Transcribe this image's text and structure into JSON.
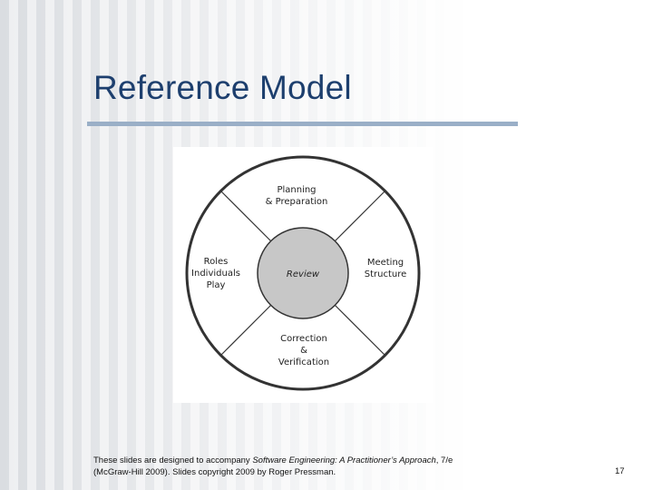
{
  "slide": {
    "title": "Reference Model",
    "number": "17"
  },
  "diagram": {
    "center": "Review",
    "top": [
      "Planning",
      "& Preparation"
    ],
    "left": [
      "Roles",
      "Individuals",
      "Play"
    ],
    "right": [
      "Meeting",
      "Structure"
    ],
    "bottom": [
      "Correction",
      "&",
      "Verification"
    ]
  },
  "footer": {
    "prefix": "These slides are designed to accompany ",
    "book_title": "Software Engineering: A Practitioner’s Approach",
    "edition": ", 7/e",
    "line2": "(McGraw-Hill 2009). Slides copyright 2009 by Roger Pressman."
  },
  "colors": {
    "title": "#1d3f6e",
    "rule": "#9aafc7",
    "center_fill": "#c7c7c7"
  }
}
